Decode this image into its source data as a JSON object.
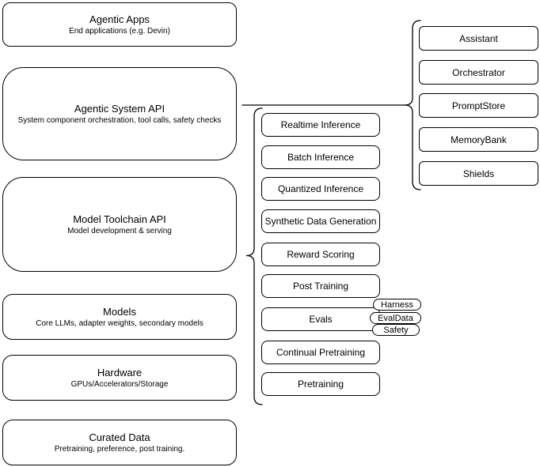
{
  "layers": [
    {
      "title": "Agentic Apps",
      "subtitle": "End applications (e.g. Devin)"
    },
    {
      "title": "Agentic System API",
      "subtitle": "System component orchestration, tool calls, safety checks"
    },
    {
      "title": "Model Toolchain API",
      "subtitle": "Model development & serving"
    },
    {
      "title": "Models",
      "subtitle": "Core LLMs, adapter weights, secondary models"
    },
    {
      "title": "Hardware",
      "subtitle": "GPUs/Accelerators/Storage"
    },
    {
      "title": "Curated Data",
      "subtitle": "Pretraining, preference, post training."
    }
  ],
  "toolchain_items": [
    {
      "label": "Realtime Inference"
    },
    {
      "label": "Batch Inference"
    },
    {
      "label": "Quantized Inference"
    },
    {
      "label": "Synthetic Data Generation"
    },
    {
      "label": "Reward Scoring"
    },
    {
      "label": "Post Training"
    },
    {
      "label": "Evals"
    },
    {
      "label": "Continual Pretraining"
    },
    {
      "label": "Pretraining"
    }
  ],
  "evals_tags": [
    {
      "label": "Harness"
    },
    {
      "label": "EvalData"
    },
    {
      "label": "Safety"
    }
  ],
  "system_components": [
    {
      "label": "Assistant"
    },
    {
      "label": "Orchestrator"
    },
    {
      "label": "PromptStore"
    },
    {
      "label": "MemoryBank"
    },
    {
      "label": "Shields"
    }
  ],
  "colors": {
    "stroke": "#000000",
    "background": "#ffffff",
    "text": "#000000"
  }
}
